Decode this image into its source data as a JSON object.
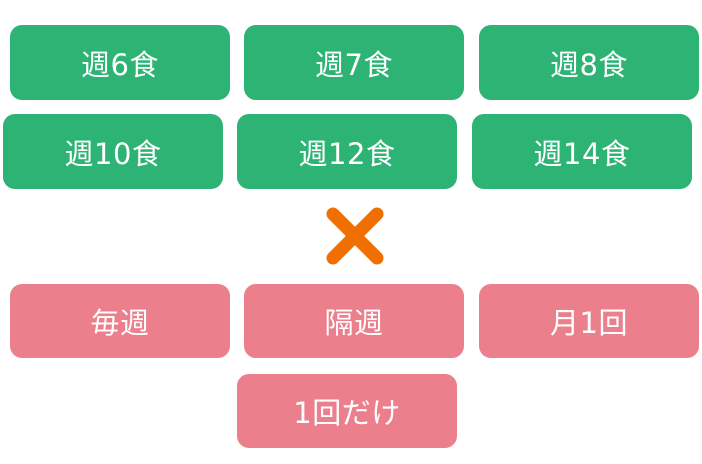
{
  "colors": {
    "green": "#2db374",
    "pink": "#ec7f8c",
    "orange": "#ef6f00"
  },
  "frequency_options": [
    {
      "label": "週6食"
    },
    {
      "label": "週7食"
    },
    {
      "label": "週8食"
    },
    {
      "label": "週10食"
    },
    {
      "label": "週12食"
    },
    {
      "label": "週14食"
    }
  ],
  "separator": {
    "icon": "multiply-icon"
  },
  "schedule_options": [
    {
      "label": "毎週"
    },
    {
      "label": "隔週"
    },
    {
      "label": "月1回"
    },
    {
      "label": "1回だけ"
    }
  ]
}
